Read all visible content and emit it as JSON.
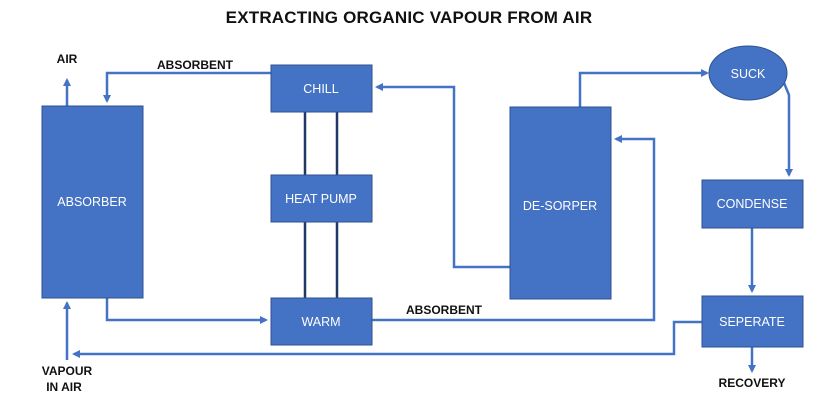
{
  "title": "EXTRACTING ORGANIC VAPOUR FROM AIR",
  "nodes": {
    "absorber": "ABSORBER",
    "chill": "CHILL",
    "heat_pump": "HEAT PUMP",
    "warm": "WARM",
    "desorper": "DE-SORPER",
    "suck": "SUCK",
    "condense": "CONDENSE",
    "seperate": "SEPERATE"
  },
  "labels": {
    "air": "AIR",
    "absorbent_top": "ABSORBENT",
    "absorbent_bottom": "ABSORBENT",
    "vapour_line1": "VAPOUR",
    "vapour_line2": "IN AIR",
    "recovery": "RECOVERY"
  },
  "colors": {
    "box_fill": "#4472C4",
    "arrow": "#4472C4",
    "heat_pump_pipes": "#1F3864"
  }
}
